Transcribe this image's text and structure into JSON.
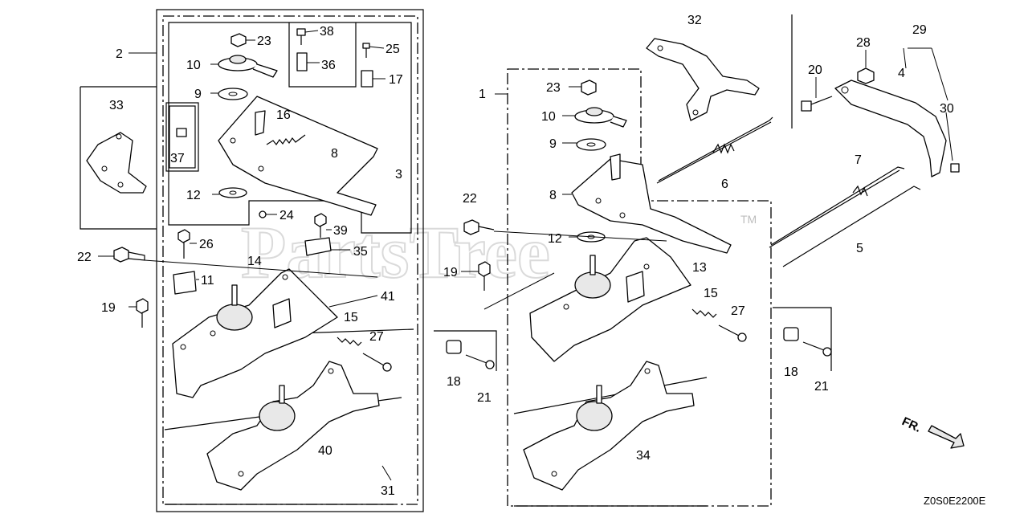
{
  "watermark": {
    "brand": "PartsTree",
    "tm": "TM"
  },
  "diagram_code": "Z0S0E2200E",
  "direction_label": "FR.",
  "callouts": {
    "left_2": "2",
    "left_23": "23",
    "left_38": "38",
    "left_25": "25",
    "left_10": "10",
    "left_36": "36",
    "left_17": "17",
    "left_33": "33",
    "left_9": "9",
    "left_16": "16",
    "left_37": "37",
    "left_8": "8",
    "left_3": "3",
    "left_12": "12",
    "left_24": "24",
    "left_26": "26",
    "left_39": "39",
    "left_22": "22",
    "left_35": "35",
    "left_14": "14",
    "left_11": "11",
    "left_41": "41",
    "left_19": "19",
    "left_15": "15",
    "left_27": "27",
    "left_40": "40",
    "left_31": "31",
    "right_32": "32",
    "right_28": "28",
    "right_29": "29",
    "right_20": "20",
    "right_4": "4",
    "right_30": "30",
    "right_1": "1",
    "right_23": "23",
    "right_10": "10",
    "right_9": "9",
    "right_6": "6",
    "right_7": "7",
    "right_8": "8",
    "right_22": "22",
    "right_12": "12",
    "right_5": "5",
    "right_19": "19",
    "right_13": "13",
    "right_15": "15",
    "right_27": "27",
    "right_18a": "18",
    "right_21a": "21",
    "right_18b": "18",
    "right_21b": "21",
    "right_34": "34"
  }
}
